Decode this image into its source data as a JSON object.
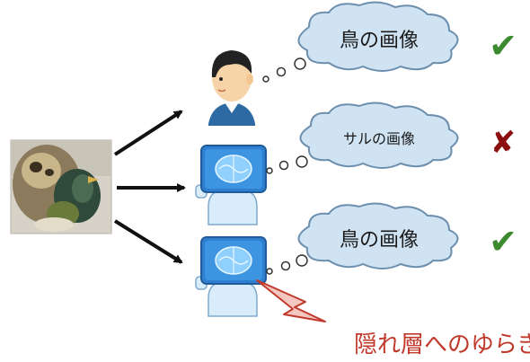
{
  "bubbles": [
    {
      "text": "鳥の画像",
      "result": "correct"
    },
    {
      "text": "サルの画像",
      "result": "wrong"
    },
    {
      "text": "鳥の画像",
      "result": "correct"
    }
  ],
  "marks": {
    "correct": "✔",
    "wrong": "✘"
  },
  "caption": "隠れ層へのゆらぎ",
  "colors": {
    "bubble_fill": "#cfe3f3",
    "bubble_stroke": "#6d8fae",
    "check": "#3c8a2e",
    "cross": "#8b0f0f",
    "caption": "#c0392b",
    "screen": "#2f7fd0",
    "robot_body": "#d8ecfa",
    "shirt": "#2d6aa3",
    "bolt_fill": "#f4c7c1",
    "bolt_stroke": "#c0392b"
  },
  "icons": {
    "input_image": "photo-bird-monkey",
    "human": "person-icon",
    "ai": "ai-robot-icon",
    "perturbation": "lightning-bolt-icon"
  }
}
